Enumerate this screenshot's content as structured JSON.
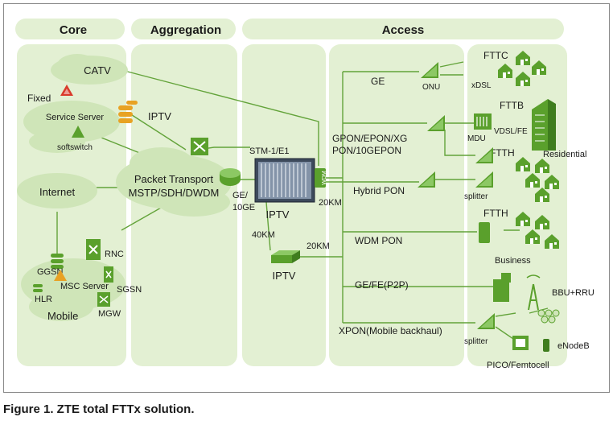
{
  "sections": {
    "core": "Core",
    "aggregation": "Aggregation",
    "access": "Access"
  },
  "core": {
    "catv": "CATV",
    "fixed": "Fixed",
    "service_server": "Service Server",
    "softswitch": "softswitch",
    "iptv": "IPTV",
    "internet": "Internet",
    "rnc": "RNC",
    "ggsn": "GGSN",
    "msc_server": "MSC Server",
    "sgsn": "SGSN",
    "hlr": "HLR",
    "mgw": "MGW",
    "mobile": "Mobile"
  },
  "aggregation": {
    "packet_transport_1": "Packet Transport",
    "packet_transport_2": "MSTP/SDH/DWDM",
    "stm": "STM-1/E1",
    "ge_10ge_1": "GE/",
    "ge_10ge_2": "10GE",
    "olt": "IPTV",
    "km40": "40KM",
    "iptv_bottom": "IPTV"
  },
  "access": {
    "ge": "GE",
    "onu": "ONU",
    "gpon_1": "GPON/EPON/XG",
    "gpon_2": "PON/10GEPON",
    "hybrid_pon": "Hybrid PON",
    "km20_a": "20KM",
    "km20_b": "20KM",
    "wdm_pon": "WDM PON",
    "ge_fe_p2p": "GE/FE(P2P)",
    "xpon": "XPON(Mobile backhaul)",
    "wdm": "WDM"
  },
  "endpoints": {
    "fttc": "FTTC",
    "xdsl": "xDSL",
    "fttb": "FTTB",
    "mdu": "MDU",
    "vdsl": "VDSL/FE",
    "residential": "Residential",
    "ftth_1": "FTTH",
    "splitter_1": "splitter",
    "ftth_2": "FTTH",
    "business": "Business",
    "bbu_rru": "BBU+RRU",
    "splitter_2": "splitter",
    "enodeb": "eNodeB",
    "pico": "PICO/Femtocell"
  },
  "caption": "Figure 1. ZTE total FTTx solution.",
  "colors": {
    "panel": "#e3f0d3",
    "cloud": "#cfe5b8",
    "device": "#5aa02c",
    "line": "#63a33a",
    "house": "#5aa02c"
  }
}
